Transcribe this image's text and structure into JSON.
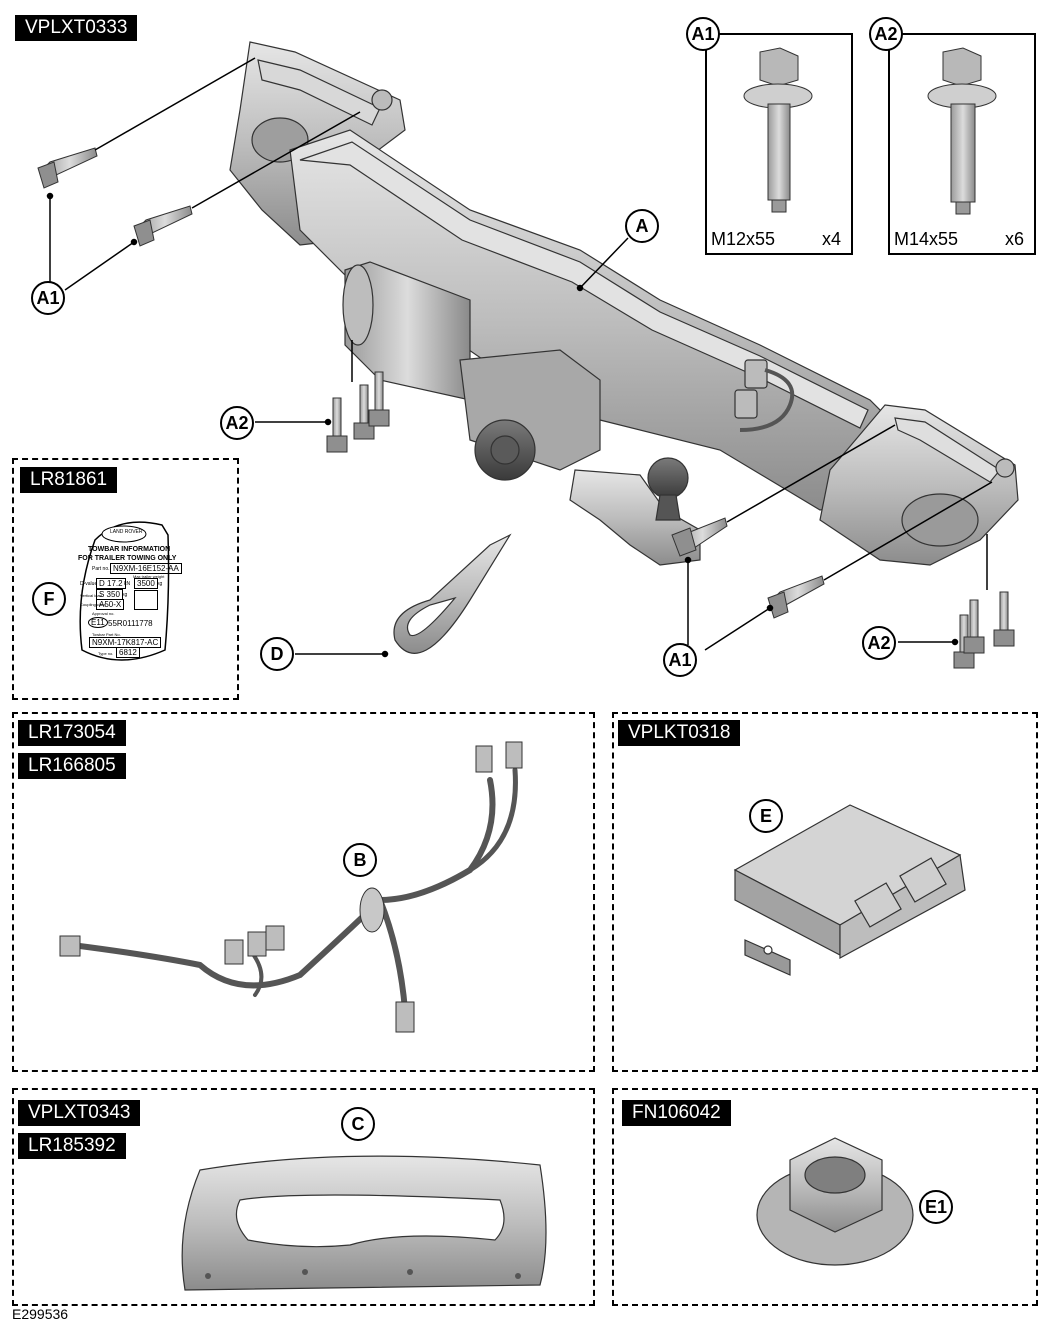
{
  "tags": {
    "main": "VPLXT0333",
    "label_kit": "LR81861",
    "harness_1": "LR173054",
    "harness_2": "LR166805",
    "module": "VPLKT0318",
    "cover_1": "VPLXT0343",
    "cover_2": "LR185392",
    "nut": "FN106042"
  },
  "callouts": {
    "a": "A",
    "a1_top": "A1",
    "a1_bottom": "A1",
    "a2_left": "A2",
    "a2_right": "A2",
    "d": "D",
    "f": "F",
    "b": "B",
    "e": "E",
    "c": "C",
    "e1": "E1",
    "box_a1": "A1",
    "box_a2": "A2"
  },
  "bolt_boxes": {
    "a1": {
      "size": "M12x55",
      "qty": "x4"
    },
    "a2": {
      "size": "M14x55",
      "qty": "x6"
    }
  },
  "label_plate": {
    "brand": "LAND ROVER",
    "title_1": "TOWBAR INFORMATION",
    "title_2": "FOR TRAILER TOWING ONLY",
    "part_no_label": "Part no.",
    "part_no": "N9XM-16E152-AA",
    "max_mass_label": "Max trailer weight",
    "d_label": "D-value",
    "d_value": "D 17.2",
    "d_unit": "kN",
    "max_mass": "3500",
    "max_mass_unit": "kg",
    "vertical_label": "Vertical load",
    "s_value": "S 350",
    "s_unit": "kg",
    "coupling_label": "Coupling class",
    "coupling": "A50-X",
    "approval_label": "Approval no.",
    "e_mark": "E11",
    "approval_no": "55R0111778",
    "towbar_part_label": "Towbar Part No.",
    "towbar_part": "N9XM-17K817-AC",
    "type_label": "Type no.",
    "type_no": "6812"
  },
  "footer": {
    "figure_id": "E299536"
  },
  "colors": {
    "part_fill": "#c9c9c9",
    "part_dark": "#8a8a8a",
    "outline": "#000000"
  }
}
